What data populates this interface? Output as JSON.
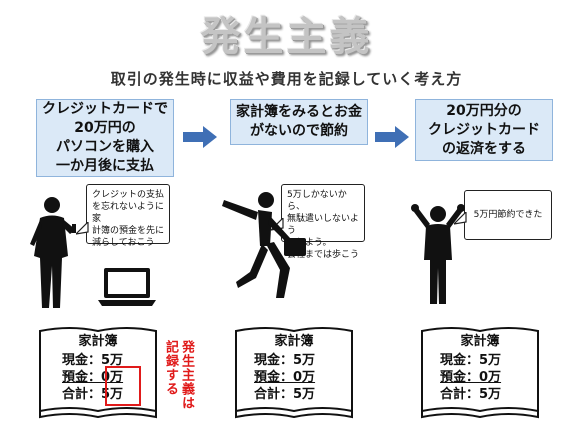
{
  "title": "発生主義",
  "subtitle": "取引の発生時に収益や費用を記録していく考え方",
  "steps": [
    {
      "text": "クレジットカードで\n20万円の\nパソコンを購入\n一か月後に支払"
    },
    {
      "text": "家計簿をみるとお金\nがないので節約"
    },
    {
      "text": "20万円分の\nクレジットカード\nの返済をする"
    }
  ],
  "bubbles": [
    {
      "text": "クレジットの支払\nを忘れないように家\n計簿の預金を先に\n減らしておこう"
    },
    {
      "text": "5万しかないから、\n無駄遣いしないよう\nにしよう。\n会社までは歩こう"
    },
    {
      "text": "5万円節約できた"
    }
  ],
  "ledgers": [
    {
      "title": "家計簿",
      "cash_label": "現金：",
      "cash": "5万",
      "deposit_label": "預金：",
      "deposit": "0万",
      "total_label": "合計：",
      "total": "5万"
    },
    {
      "title": "家計簿",
      "cash_label": "現金：",
      "cash": "5万",
      "deposit_label": "預金：",
      "deposit": "0万",
      "total_label": "合計：",
      "total": "5万"
    },
    {
      "title": "家計簿",
      "cash_label": "現金：",
      "cash": "5万",
      "deposit_label": "預金：",
      "deposit": "0万",
      "total_label": "合計：",
      "total": "5万"
    }
  ],
  "note_col1": "発生主義は",
  "note_col2": "記録する",
  "colors": {
    "step_bg": "#dbe9f7",
    "arrow": "#3f6fb5",
    "highlight": "#e01a1a"
  }
}
